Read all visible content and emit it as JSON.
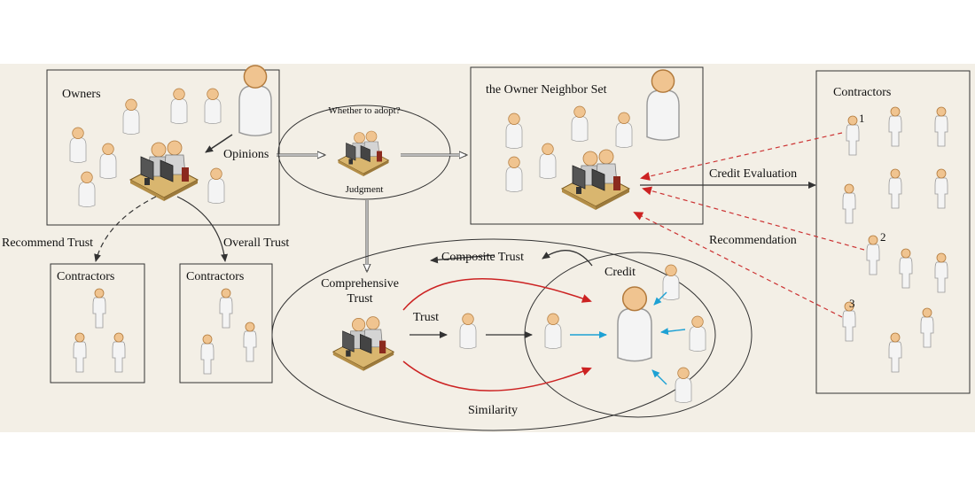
{
  "colors": {
    "band_background": "#f3efe6",
    "box_border": "#333333",
    "arrow_dark": "#333333",
    "arrow_red": "#cc2222",
    "arrow_red_dashed": "#cc3333",
    "arrow_blue": "#1da1d4",
    "person_skin": "#f0c490",
    "person_body": "#f4f4f4",
    "desk": "#d9b66f"
  },
  "icons": {
    "person": "person-icon",
    "workstation": "workstation-desk-icon"
  },
  "labels": {
    "owners": "Owners",
    "opinions": "Opinions",
    "whether_to_adopt": "Whether to adopt?",
    "judgment": "Judgment",
    "owner_neighbor_set": "the Owner Neighbor Set",
    "contractors_right": "Contractors",
    "credit_evaluation": "Credit Evaluation",
    "recommendation": "Recommendation",
    "recommend_trust": "Recommend Trust",
    "overall_trust": "Overall Trust",
    "contractors_left": "Contractors",
    "contractors_mid": "Contractors",
    "composite_trust": "Composite Trust",
    "credit": "Credit",
    "comprehensive_trust_1": "Comprehensive",
    "comprehensive_trust_2": "Trust",
    "trust": "Trust",
    "similarity": "Similarity",
    "num_1": "1",
    "num_2": "2",
    "num_3": "3"
  }
}
